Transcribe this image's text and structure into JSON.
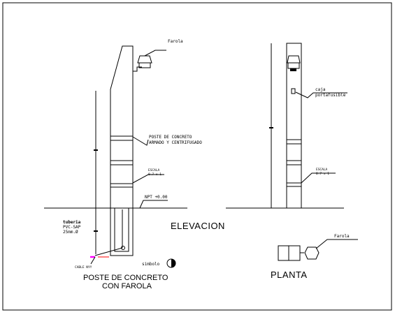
{
  "labels": {
    "farola_left": "Farola",
    "poste_line1": "POSTE DE CONCRETO",
    "poste_line2": "ARMADO Y CENTRIFUGADO",
    "tag_left": "ESCALA",
    "tag_left2": "0.7 x 1",
    "npt": "NPT +0.00",
    "tuberia_1": "tuberia",
    "tuberia_2": "PVC-SAP",
    "tuberia_3": "25mm.Ø",
    "cable": "CABLE NYY",
    "simbolo": "simbolo",
    "elevacion": "ELEVACION",
    "caja_1": "caja",
    "caja_2": "portafusible",
    "tag_right": "ESCALA",
    "tag_right2": "0.7 x 1",
    "farola_right": "Farola",
    "planta": "PLANTA",
    "title_line1": "POSTE DE CONCRETO",
    "title_line2": "CON FAROLA"
  }
}
